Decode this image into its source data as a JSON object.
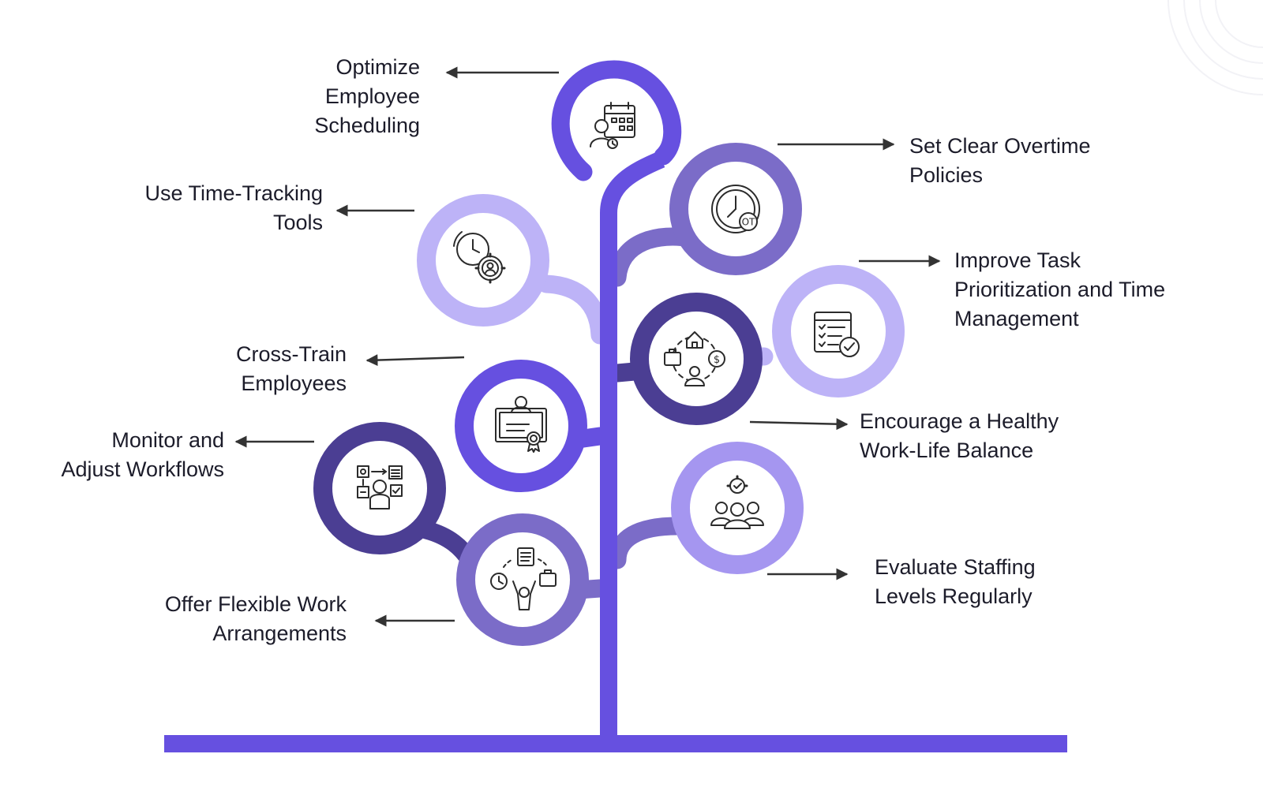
{
  "colors": {
    "trunk": "#6650E0",
    "deep": "#4B3E93",
    "medium": "#7B6CC8",
    "light": "#BDB3F7",
    "arrow": "#333333",
    "text": "#1c1c2a",
    "icon": "#2b2b2b"
  },
  "nodes": [
    {
      "id": "optimize-scheduling",
      "icon": "calendar-person-icon",
      "lines": [
        "Optimize",
        "Employee",
        "Scheduling"
      ]
    },
    {
      "id": "set-overtime-policies",
      "icon": "clock-ot-icon",
      "lines": [
        "Set Clear Overtime",
        "Policies"
      ]
    },
    {
      "id": "time-tracking-tools",
      "icon": "clock-gear-icon",
      "lines": [
        "Use Time-Tracking",
        "Tools"
      ]
    },
    {
      "id": "task-prioritization",
      "icon": "checklist-icon",
      "lines": [
        "Improve Task",
        "Prioritization and Time",
        "Management"
      ]
    },
    {
      "id": "work-life-balance",
      "icon": "work-life-icon",
      "lines": [
        "Encourage a Healthy",
        "Work-Life Balance"
      ]
    },
    {
      "id": "cross-train",
      "icon": "certificate-icon",
      "lines": [
        "Cross-Train",
        "Employees"
      ]
    },
    {
      "id": "monitor-workflows",
      "icon": "workflow-icon",
      "lines": [
        "Monitor and",
        "Adjust Workflows"
      ]
    },
    {
      "id": "staffing-levels",
      "icon": "team-icon",
      "lines": [
        "Evaluate Staffing",
        "Levels Regularly"
      ]
    },
    {
      "id": "flexible-work",
      "icon": "flexible-work-icon",
      "lines": [
        "Offer Flexible Work",
        "Arrangements"
      ]
    }
  ]
}
